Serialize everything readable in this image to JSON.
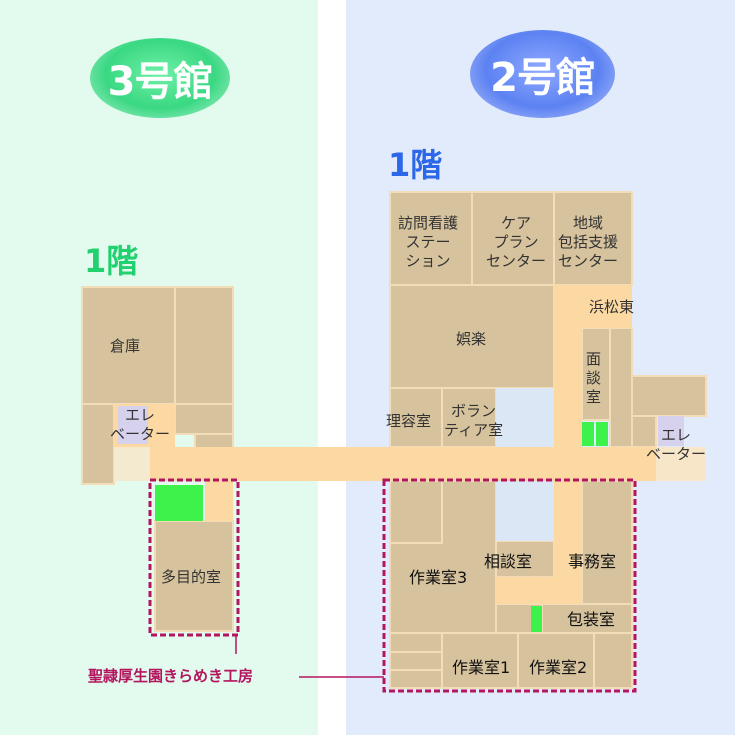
{
  "buildings": {
    "bldg3": {
      "badge": "3号館",
      "floor": "1階"
    },
    "bldg2": {
      "badge": "2号館",
      "floor": "1階"
    }
  },
  "rooms": {
    "storage": "倉庫",
    "elevator_label": "エレ\nベーター",
    "multipurpose": "多目的室",
    "visiting_nurse": "訪問看護\nステー\nション",
    "care_plan": "ケア\nプラン\nセンター",
    "community_support": "地域\n包括支援\nセンター",
    "hamamatsu_east": "浜松東",
    "recreation": "娯楽",
    "interview": "面\n談\n室",
    "barber": "理容室",
    "volunteer": "ボラン\nティア室",
    "workroom3": "作業室3",
    "consultation": "相談室",
    "office": "事務室",
    "packaging": "包装室",
    "workroom1": "作業室1",
    "workroom2": "作業室2"
  },
  "legend": {
    "facility_name": "聖隷厚生園きらめき工房"
  },
  "colors": {
    "bg_left": "#e3fbee",
    "bg_right": "#e2ebfb",
    "room_fill": "#d6c29c",
    "room_stroke": "#f3ddb9",
    "corridor": "#fcd9a3",
    "elevator": "#d6d2ee",
    "green_mark": "#3df24a",
    "legend_border": "#b3155e"
  }
}
